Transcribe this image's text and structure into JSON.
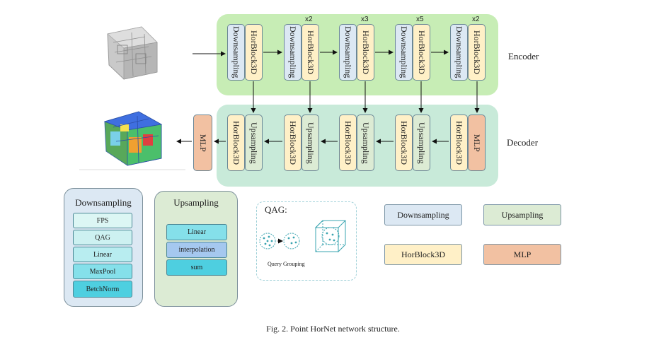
{
  "encoder": {
    "label": "Encoder",
    "columns": [
      {
        "multiplier": "",
        "blocks": [
          "Downsampling",
          "HorBlock3D"
        ]
      },
      {
        "multiplier": "x2",
        "blocks": [
          "Downsampling",
          "HorBlock3D"
        ]
      },
      {
        "multiplier": "x3",
        "blocks": [
          "Downsampling",
          "HorBlock3D"
        ]
      },
      {
        "multiplier": "x5",
        "blocks": [
          "Downsampling",
          "HorBlock3D"
        ]
      },
      {
        "multiplier": "x2",
        "blocks": [
          "Downsampling",
          "HorBlock3D"
        ]
      }
    ]
  },
  "decoder": {
    "label": "Decoder",
    "columns": [
      {
        "blocks": [
          "HorBlock3D",
          "Upsampling"
        ]
      },
      {
        "blocks": [
          "HorBlock3D",
          "Upsampling"
        ]
      },
      {
        "blocks": [
          "HorBlock3D",
          "Upsampling"
        ]
      },
      {
        "blocks": [
          "HorBlock3D",
          "Upsampling"
        ]
      },
      {
        "blocks": [
          "HorBlock3D",
          "MLP"
        ]
      }
    ],
    "head": "MLP"
  },
  "downsampling_detail": {
    "title": "Downsampling",
    "steps": [
      "FPS",
      "QAG",
      "Linear",
      "MaxPool",
      "BetchNorm"
    ]
  },
  "upsampling_detail": {
    "title": "Upsampling",
    "steps": [
      "Linear",
      "interpolation",
      "sum"
    ]
  },
  "qag": {
    "title": "QAG:",
    "caption": "Query Grouping"
  },
  "legend": [
    "Downsampling",
    "Upsampling",
    "HorBlock3D",
    "MLP"
  ],
  "caption": "Fig. 2. Point HorNet network structure.",
  "colors": {
    "downsampling": "#dce8f3",
    "horblock3d": "#fff0c7",
    "upsampling": "#dcebd4",
    "mlp": "#f2c1a2",
    "encoder_panel": "#c7edb5",
    "decoder_panel": "#c8ead9"
  }
}
